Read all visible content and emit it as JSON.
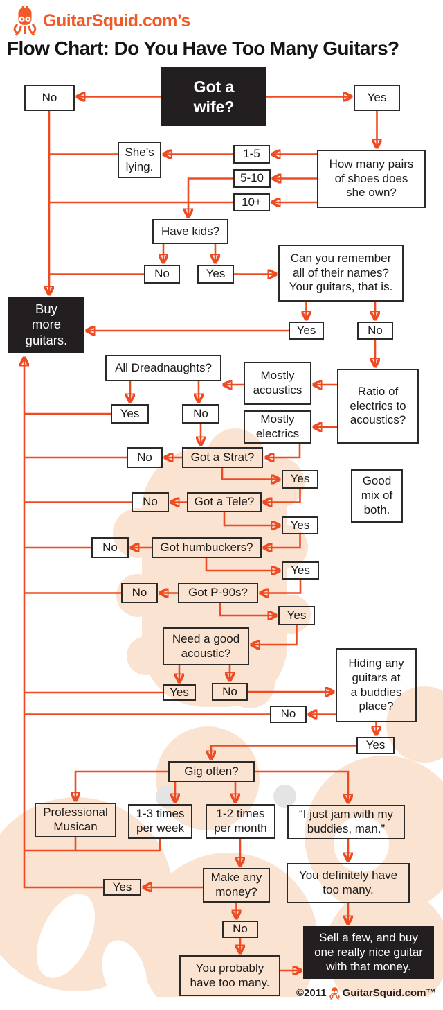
{
  "header": {
    "logo": "GuitarSquid.com’s",
    "title": "Flow Chart: Do You Have Too Many Guitars?"
  },
  "nodes": {
    "wife": "Got a\nwife?",
    "no_wife": "No",
    "yes_wife": "Yes",
    "shoes": "How many pairs\nof shoes does\nshe own?",
    "pairs_1_5": "1-5",
    "lying": "She’s\nlying.",
    "pairs_5_10": "5-10",
    "pairs_10": "10+",
    "kids": "Have kids?",
    "kids_no": "No",
    "kids_yes": "Yes",
    "remember": "Can you remember\nall of their names?\nYour guitars, that is.",
    "remember_yes": "Yes",
    "remember_no": "No",
    "buy": "Buy\nmore\nguitars.",
    "dread": "All Dreadnaughts?",
    "dread_yes": "Yes",
    "dread_no": "No",
    "acoustics": "Mostly\nacoustics",
    "ratio": "Ratio of\nelectrics to\nacoustics?",
    "electrics": "Mostly\nelectrics",
    "strat": "Got a Strat?",
    "strat_no": "No",
    "strat_yes": "Yes",
    "goodmix": "Good\nmix of\nboth.",
    "tele": "Got a Tele?",
    "tele_no": "No",
    "tele_yes": "Yes",
    "humbuckers": "Got humbuckers?",
    "humb_no": "No",
    "humb_yes": "Yes",
    "p90": "Got P-90s?",
    "p90_no": "No",
    "p90_yes": "Yes",
    "acoustic": "Need a good\nacoustic?",
    "acoustic_yes": "Yes",
    "acoustic_no": "No",
    "hiding": "Hiding any\nguitars at\na buddies\nplace?",
    "hiding_no": "No",
    "hiding_yes": "Yes",
    "gig": "Gig often?",
    "pro": "Professional\nMusican",
    "week": "1-3 times\nper week",
    "month": "1-2 times\nper month",
    "jam": "“I just jam with my\nbuddies, man.”",
    "money": "Make any\nmoney?",
    "money_yes": "Yes",
    "money_no": "No",
    "probably": "You probably\nhave too many.",
    "definitely": "You definitely have\ntoo many.",
    "sell": "Sell a few, and buy\none really nice guitar\nwith that money."
  },
  "footer": {
    "copyright": "©2011",
    "site": "GuitarSquid.com™"
  },
  "icons": {
    "header": "squid-logo-icon",
    "footer": "squid-logo-icon"
  },
  "colors": {
    "accent": "#ee4b23",
    "logo_orange": "#f05a28",
    "box_border": "#2b2a29",
    "black_box": "#231f20",
    "watermark_peach": "#fbe3d2",
    "watermark_gray": "#e4e4e4"
  }
}
